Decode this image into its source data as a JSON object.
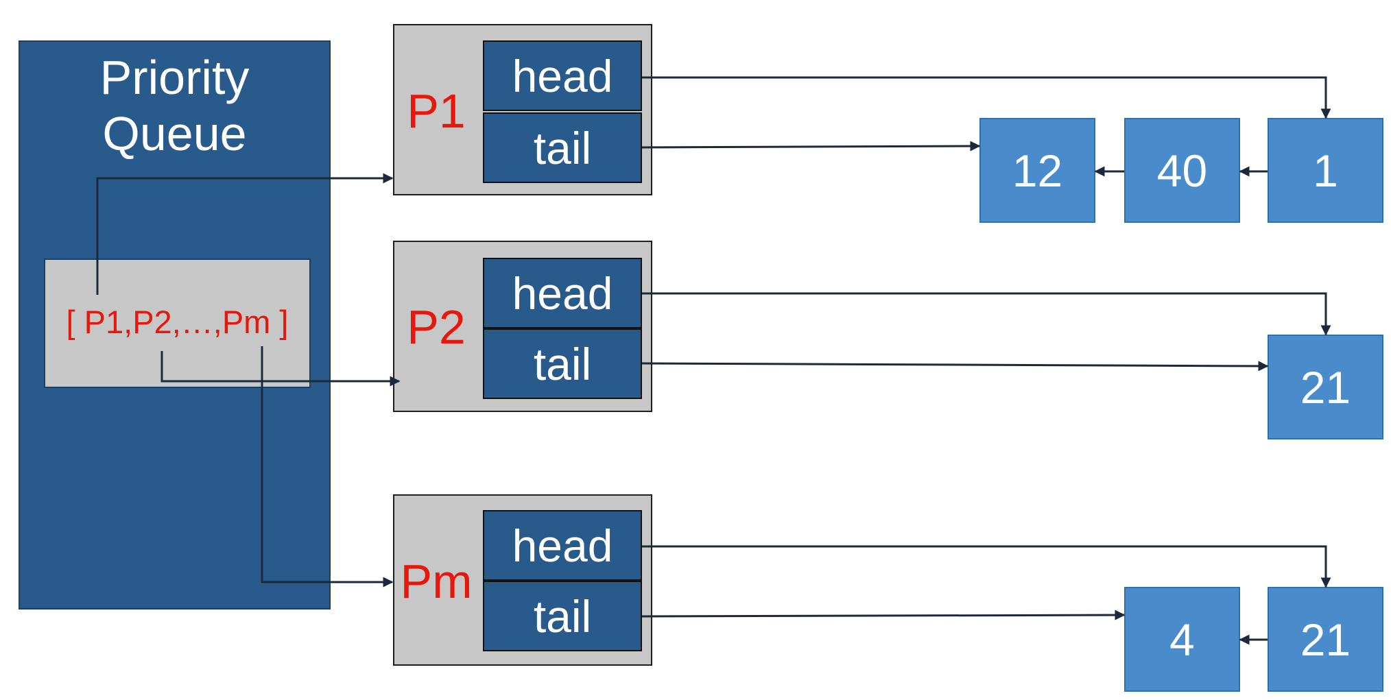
{
  "priority_queue": {
    "title": "Priority\nQueue",
    "array_label": "[ P1,P2,…,Pm ]"
  },
  "priorities": [
    {
      "name": "P1",
      "head_label": "head",
      "tail_label": "tail",
      "nodes": [
        "12",
        "40",
        "1"
      ]
    },
    {
      "name": "P2",
      "head_label": "head",
      "tail_label": "tail",
      "nodes": [
        "21"
      ]
    },
    {
      "name": "Pm",
      "head_label": "head",
      "tail_label": "tail",
      "nodes": [
        "4",
        "21"
      ]
    }
  ],
  "colors": {
    "queue_fill": "#285b8b",
    "box_fill": "#c8c7c8",
    "node_fill": "#4a8bcb",
    "label_red": "#e8170c",
    "arrow": "#1b2a3a"
  }
}
